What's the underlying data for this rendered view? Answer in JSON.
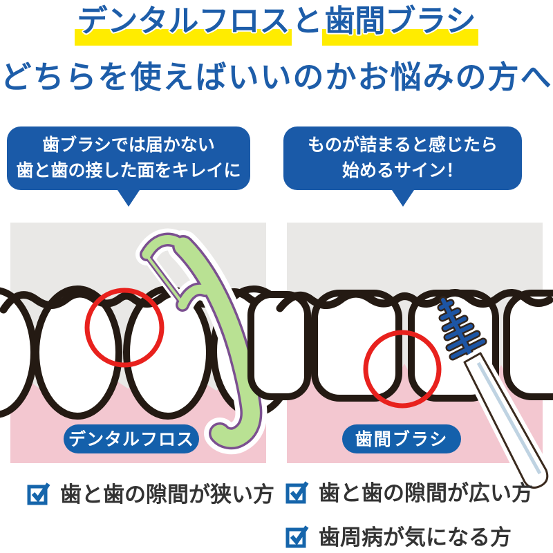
{
  "title": {
    "line1_part1": "デンタルフロス",
    "line1_part2": "と",
    "line1_part3": "歯間ブラシ",
    "line2": "どちらを使えばいいのかお悩みの方へ",
    "text_color": "#1d5da9",
    "highlight_color": "#ffec00"
  },
  "left": {
    "bubble_line1": "歯ブラシでは届かない",
    "bubble_line2": "歯と歯の接した面をキレイに",
    "label": "デンタルフロス",
    "tool_icon": "floss-pick-icon",
    "checklist": [
      "歯と歯の隙間が狭い方"
    ]
  },
  "right": {
    "bubble_line1": "ものが詰まると感じたら",
    "bubble_line2": "始めるサイン！",
    "label": "歯間ブラシ",
    "tool_icon": "interdental-brush-icon",
    "checklist": [
      "歯と歯の隙間が広い方",
      "歯周病が気になる方"
    ]
  },
  "colors": {
    "accent_blue": "#1a5aa8",
    "pill_blue": "#1460ab",
    "check_blue": "#1565ab",
    "highlight_yellow": "#ffec00",
    "gum_pink": "#f3c7d0",
    "panel_gray": "#e9e8e6",
    "tooth_outline": "#241a13",
    "alert_red": "#e8211d",
    "floss_green": "#b9e193",
    "floss_outline_purple": "#7b5090",
    "brush_blue": "#1d55a4",
    "checklist_text": "#333333"
  }
}
